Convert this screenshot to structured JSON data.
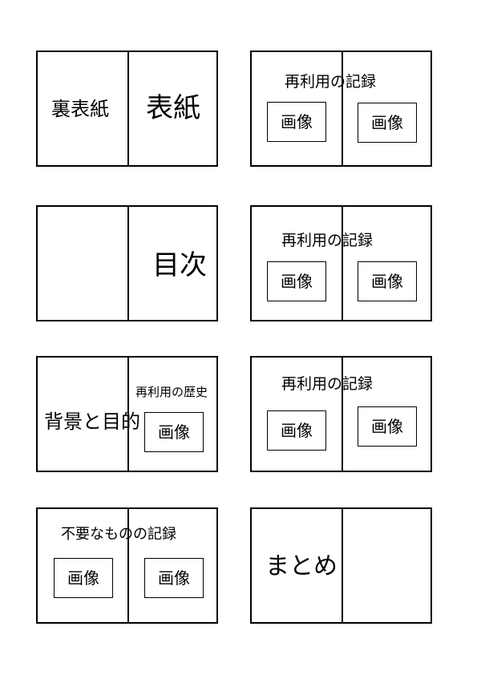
{
  "spreads": [
    {
      "back_cover": "裏表紙",
      "cover": "表紙"
    },
    {
      "title": "再利用の記録",
      "image_left": "画像",
      "image_right": "画像"
    },
    {
      "toc": "目次"
    },
    {
      "title": "再利用の記録",
      "image_left": "画像",
      "image_right": "画像"
    },
    {
      "left_title": "背景と目的",
      "right_title": "再利用の歴史",
      "image": "画像"
    },
    {
      "title": "再利用の記録",
      "image_left": "画像",
      "image_right": "画像"
    },
    {
      "title": "不要なものの記録",
      "image_left": "画像",
      "image_right": "画像"
    },
    {
      "summary": "まとめ"
    }
  ]
}
